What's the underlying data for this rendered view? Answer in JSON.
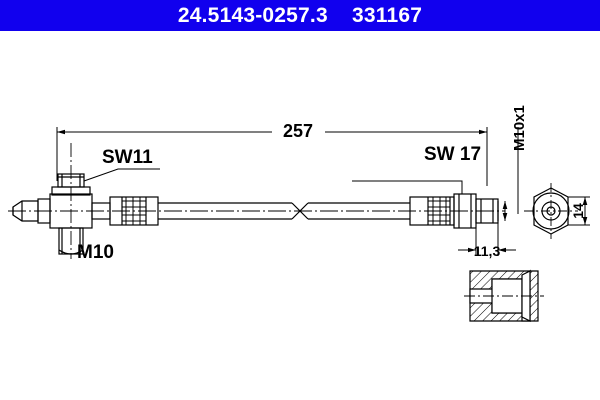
{
  "header": {
    "part_number": "24.5143-0257.3",
    "reference_number": "331167",
    "title": "24.5143-0257.3    331167",
    "background_color": "#1100ee",
    "text_color": "#ffffff"
  },
  "drawing": {
    "type": "brake-hose-technical-drawing",
    "line_color": "#000000",
    "background_color": "#ffffff",
    "dimensions": {
      "overall_length": "257",
      "thread_left": "M10",
      "hex_left": "SW11",
      "hex_right": "SW 17",
      "thread_right": "M10x1",
      "end_width": "14",
      "thread_length": "11,3"
    },
    "labels": [
      {
        "name": "overall-length",
        "text": "257"
      },
      {
        "name": "left-hex-size",
        "text": "SW11"
      },
      {
        "name": "left-thread-size",
        "text": "M10"
      },
      {
        "name": "right-hex-size",
        "text": "SW 17"
      },
      {
        "name": "right-thread-spec",
        "text": "M10x1"
      },
      {
        "name": "end-view-width",
        "text": "14"
      },
      {
        "name": "right-thread-length",
        "text": "11,3"
      }
    ],
    "views": {
      "main": "side elevation of brake hose with banjo fitting left and male threaded fitting right",
      "end_view": "hexagon end view with concentric circles",
      "section_view": "hatched cross-section of flare seat"
    }
  }
}
